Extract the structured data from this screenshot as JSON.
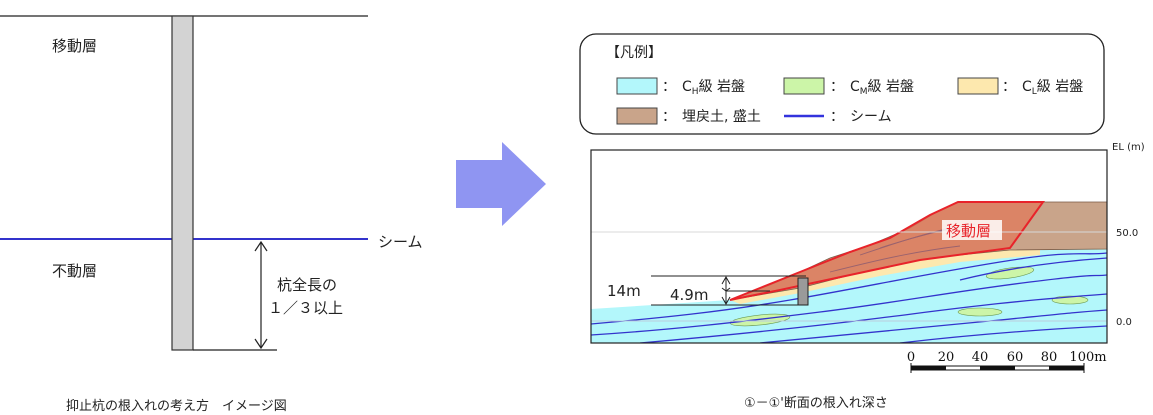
{
  "left_diagram": {
    "upper_layer": "移動層",
    "lower_layer": "不動層",
    "seam": "シーム",
    "depth_line1": "杭全長の",
    "depth_line2": "１／３以上",
    "caption": "抑止杭の根入れの考え方　イメージ図"
  },
  "legend": {
    "title": "【凡例】",
    "items": [
      {
        "prefix": "：",
        "label_main": "C",
        "label_sub": "H",
        "label_rest": "級 岩盤",
        "color": "#b3f7fb"
      },
      {
        "prefix": "：",
        "label_main": "C",
        "label_sub": "M",
        "label_rest": "級 岩盤",
        "color": "#ccf5a8"
      },
      {
        "prefix": "：",
        "label_main": "C",
        "label_sub": "L",
        "label_rest": "級 岩盤",
        "color": "#fde8ae"
      },
      {
        "prefix": "：",
        "label_main": "埋戻土, 盛土",
        "label_sub": "",
        "label_rest": "",
        "color": "#c9a48a"
      },
      {
        "prefix": "：",
        "label_main": "シーム",
        "label_sub": "",
        "label_rest": "",
        "color": "#3333dd"
      }
    ]
  },
  "section": {
    "elevation_unit": "EL (m)",
    "elevation_ticks": [
      "50.0",
      "0.0"
    ],
    "moving_layer": "移動層",
    "pile_total": "14m",
    "embed_depth": "4.9m",
    "scale_ticks": [
      "0",
      "20",
      "40",
      "60",
      "80",
      "100m"
    ],
    "caption": "①－①'断面の根入れ深さ"
  },
  "colors": {
    "seam": "#3333cc",
    "arrow": "#8f95f2",
    "moving_outline": "#e8232a",
    "moving_fill": "#e07a5a",
    "fill_soil": "#c9a48a",
    "ch_rock": "#b3f7fb",
    "cm_rock": "#ccf5a8",
    "cl_rock": "#fde8ae"
  }
}
